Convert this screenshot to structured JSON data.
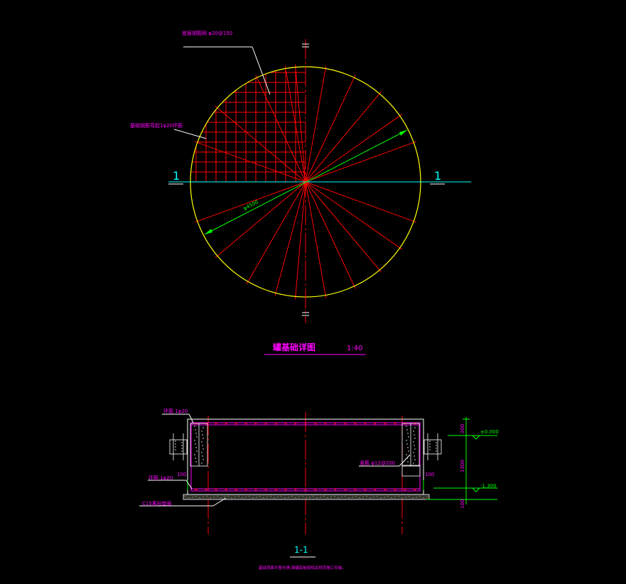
{
  "colors": {
    "background": "#000000",
    "circle": "#ffff00",
    "rebar": "#ff0000",
    "section_line": "#00ffff",
    "dimension": "#00ff00",
    "label": "#ff00ff",
    "outline": "#ffffff"
  },
  "plan": {
    "label_top": "底层钢筋网 φ20@150",
    "label_side": "基础钢筋弯起1φ20环筋",
    "dimension": "φ4500",
    "section_mark_left": "1",
    "section_mark_right": "1",
    "title": "罐基础详图",
    "scale": "1:40"
  },
  "section": {
    "label_top_ring": "环筋 1φ20",
    "label_bottom_ring": "环筋 1φ20",
    "label_bars": "竖筋 φ12@200",
    "label_cushion": "C15素砼垫层",
    "dim_top": "200",
    "dim_mid": "1300",
    "dim_bottom": "100",
    "dim_small_left": "100",
    "dim_small_right": "100",
    "elev_top": "±0.000",
    "elev_bottom": "-1.300",
    "title": "1-1",
    "note": "基础顶面平整光滑,钢罐底板按相关规范施工安装。"
  }
}
